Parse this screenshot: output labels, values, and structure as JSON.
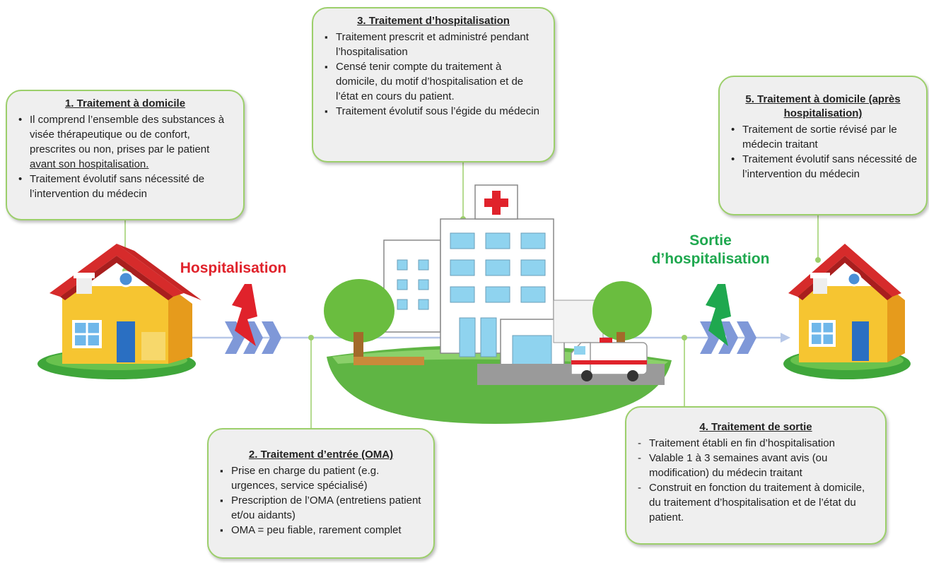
{
  "box1": {
    "title": "1. Traitement à domicile",
    "items": [
      "Il comprend l’ensemble des substances à visée thérapeutique ou de confort, prescrites ou non, prises par le patient",
      "Traitement évolutif sans nécessité de l’intervention du médecin"
    ],
    "underlined_tail": "avant son hospitalisation."
  },
  "box2": {
    "title": "2. Traitement d’entrée (OMA)",
    "items": [
      "Prise en charge du patient (e.g. urgences, service spécialisé)",
      "Prescription de l’OMA (entretiens patient et/ou aidants)",
      "OMA = peu fiable, rarement complet"
    ]
  },
  "box3": {
    "title": "3. Traitement d’hospitalisation",
    "items": [
      "Traitement prescrit et administré pendant l’hospitalisation",
      "Censé tenir compte du traitement à domicile, du motif d’hospitalisation et de l’état en cours du patient.",
      "Traitement évolutif sous l’égide du médecin"
    ]
  },
  "box4": {
    "title": "4. Traitement de sortie",
    "items": [
      "Traitement établi en fin d’hospitalisation",
      "Valable 1 à 3 semaines avant avis (ou modification) du médecin traitant",
      "Construit en fonction du traitement à domicile, du traitement d’hospitalisation et de l’état du patient."
    ]
  },
  "box5": {
    "title": "5. Traitement à domicile (après hospitalisation)",
    "items": [
      "Traitement de sortie révisé par le médecin traitant",
      "Traitement évolutif sans nécessité de  l’intervention du médecin"
    ]
  },
  "labels": {
    "hospitalisation": "Hospitalisation",
    "sortie": "Sortie d’hospitalisation"
  },
  "colors": {
    "box_border": "#9ccf6b",
    "box_fill": "#efefef",
    "hospitalisation_label": "#e0222b",
    "sortie_label": "#1fa84f",
    "chevrons": "#7f98d8"
  },
  "icons": [
    "house-icon",
    "hospital-icon",
    "ambulance-icon",
    "lightning-icon",
    "chevron-arrows-icon"
  ]
}
